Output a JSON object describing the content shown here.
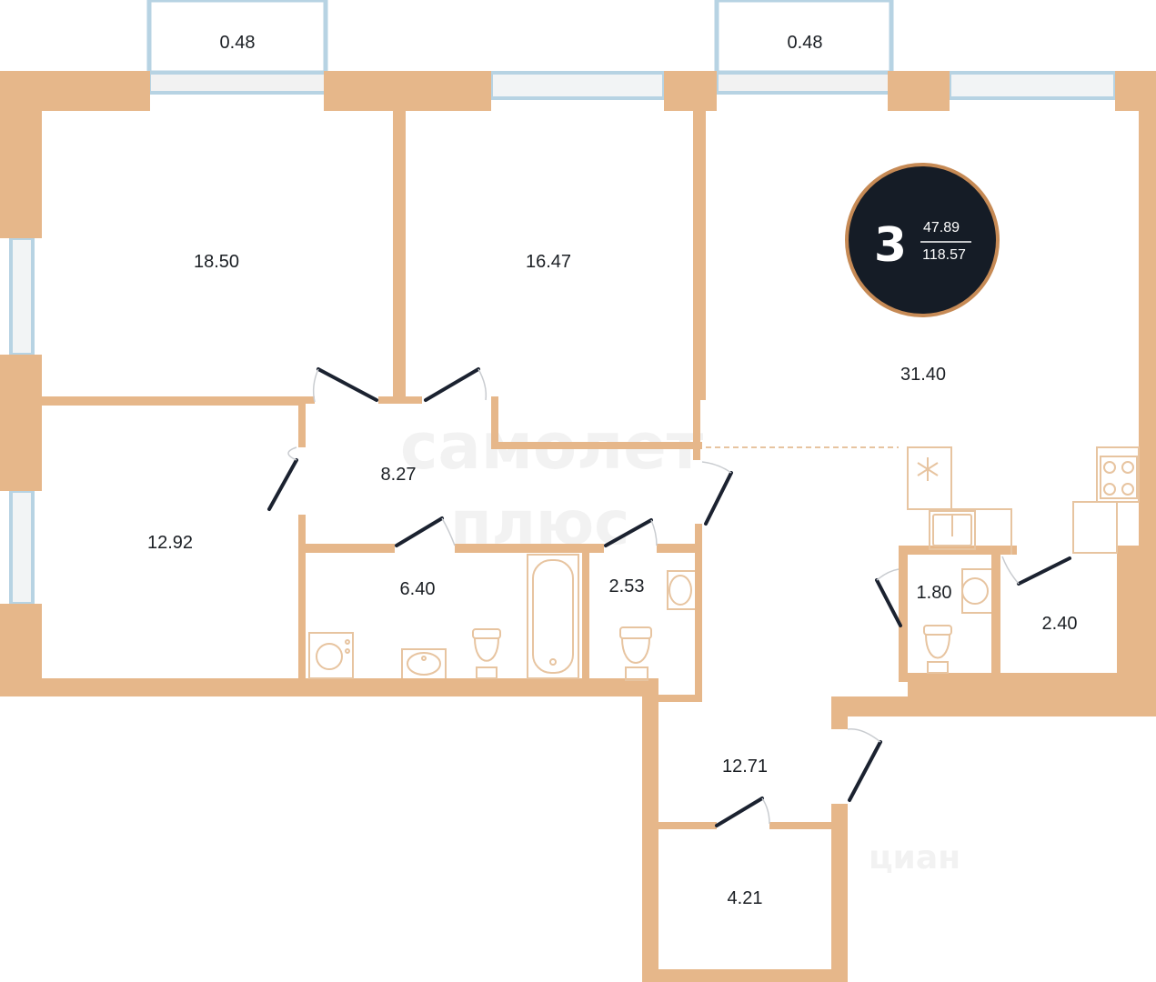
{
  "badge": {
    "rooms": "3",
    "living_area": "47.89",
    "total_area": "118.57"
  },
  "rooms": {
    "balcony_left": "0.48",
    "balcony_right": "0.48",
    "bedroom_1": "18.50",
    "bedroom_2": "16.47",
    "living_kitchen": "31.40",
    "bedroom_3": "12.92",
    "corridor": "8.27",
    "bathroom": "6.40",
    "wc_1": "2.53",
    "wc_2": "1.80",
    "storage": "2.40",
    "hall": "12.71",
    "wardrobe": "4.21"
  },
  "watermarks": {
    "developer": "самолет",
    "developer_sub": "плюс",
    "portal": "циан"
  },
  "colors": {
    "wall": "#e6b78a",
    "window": "#b7d3e3",
    "door": "#1b2230",
    "badge_bg": "#151c26",
    "badge_ring": "#c68a55"
  }
}
